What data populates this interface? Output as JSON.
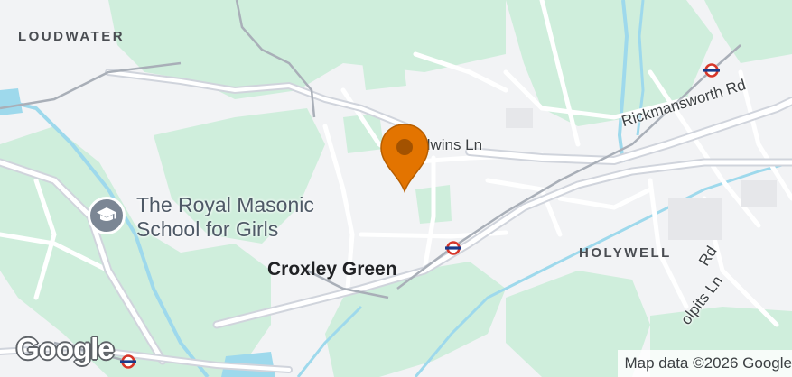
{
  "map": {
    "colors": {
      "background": "#f2f3f5",
      "green": "#cfeedc",
      "water": "#9ed9ec",
      "road": "#ffffff",
      "major_road": "#d0d4dc",
      "pin": "#e37400"
    },
    "labels": {
      "loudwater": "LOUDWATER",
      "holywell": "HOLYWELL",
      "croxley_green": "Croxley Green",
      "baldwins_ln": "dwins Ln",
      "rickmansworth_rd": "Rickmansworth Rd",
      "copthorne_rd": "Rd",
      "yolpits_ln": "olpits Ln"
    },
    "poi": {
      "name_line1": "The Royal Masonic",
      "name_line2": "School for Girls",
      "icon": "school-icon"
    },
    "markers": {
      "location_pin": "location-pin-icon",
      "station": "underground-station-icon"
    },
    "logo": "Google",
    "attribution": "Map data ©2026 Google"
  }
}
